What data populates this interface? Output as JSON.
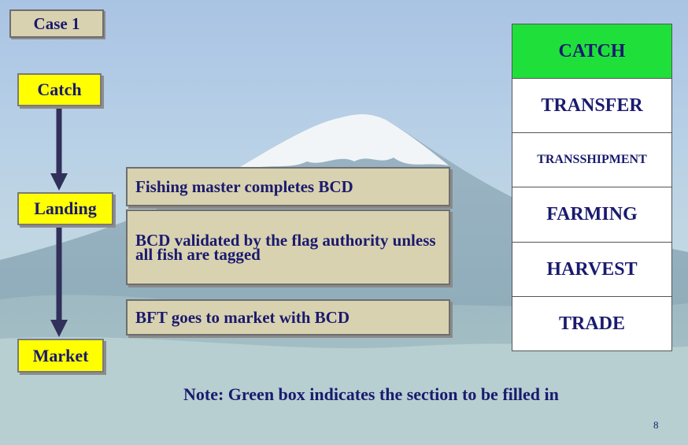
{
  "case_label": "Case 1",
  "flow": {
    "steps": [
      "Catch",
      "Landing",
      "Market"
    ],
    "step_color": "#ffff00"
  },
  "notes": [
    "Fishing master completes BCD",
    "BCD validated by the flag authority unless all fish are tagged",
    "BFT goes to market with BCD"
  ],
  "stages": {
    "items": [
      {
        "label": "CATCH",
        "highlighted": true
      },
      {
        "label": "TRANSFER",
        "highlighted": false
      },
      {
        "label": "TRANSSHIPMENT",
        "highlighted": false
      },
      {
        "label": "FARMING",
        "highlighted": false
      },
      {
        "label": "HARVEST",
        "highlighted": false
      },
      {
        "label": "TRADE",
        "highlighted": false
      }
    ],
    "highlight_color": "#1fe03a"
  },
  "footnote": "Note: Green box indicates the section to be filled in",
  "page_number": "8"
}
